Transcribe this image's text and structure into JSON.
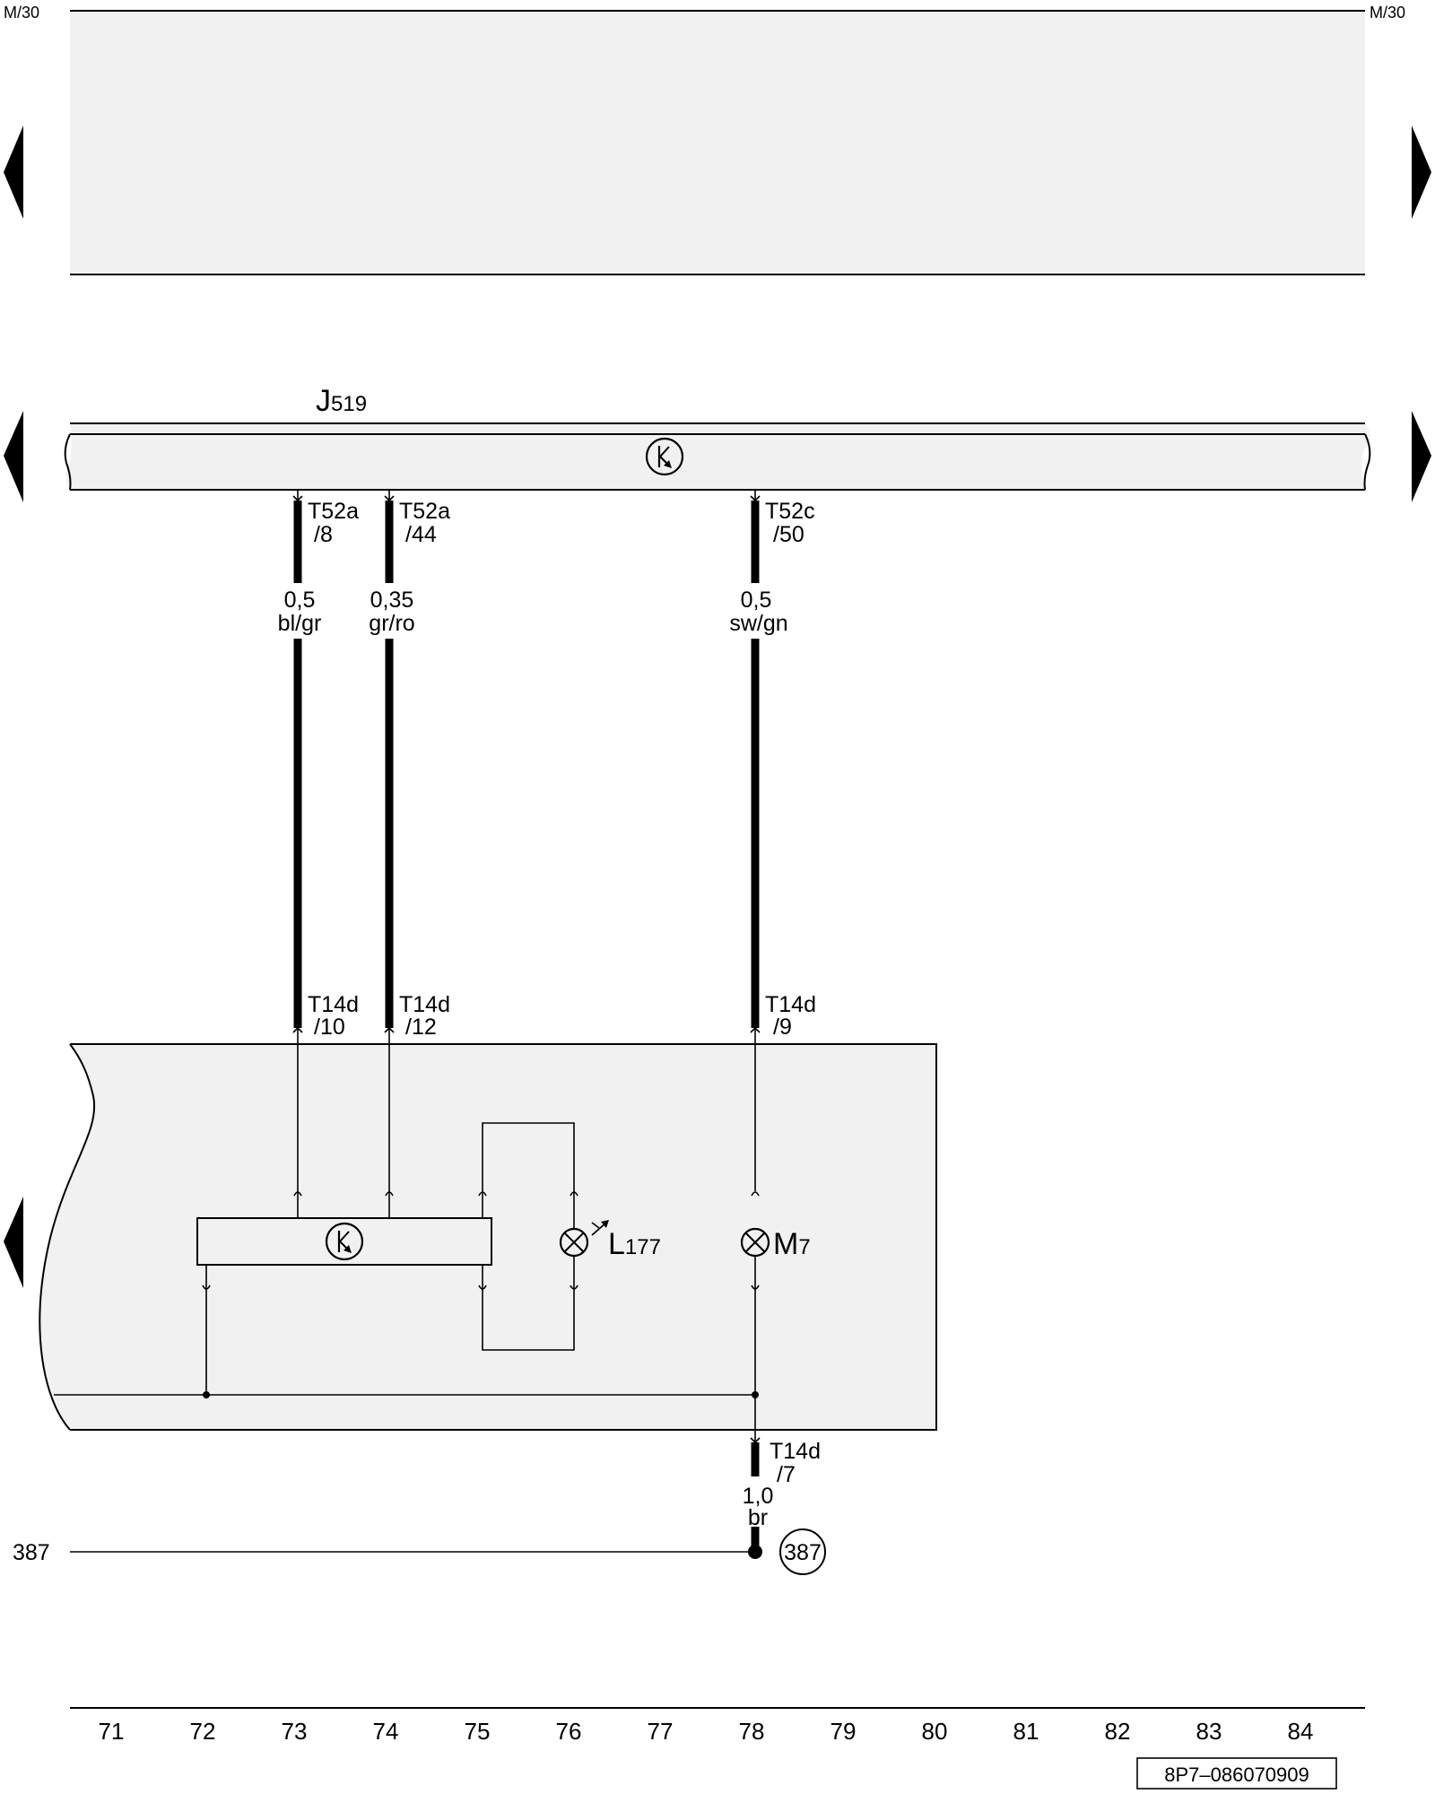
{
  "page_refs": {
    "top_left": "M/30",
    "top_right": "M/30"
  },
  "components": {
    "j519": {
      "letter": "J",
      "number": "519"
    },
    "l177": {
      "letter": "L",
      "number": "177"
    },
    "m7": {
      "letter": "M",
      "number": "7"
    }
  },
  "connectors": {
    "t52a_8": {
      "name": "T52a",
      "pin": "/8"
    },
    "t52a_44": {
      "name": "T52a",
      "pin": "/44"
    },
    "t52c_50": {
      "name": "T52c",
      "pin": "/50"
    },
    "t14d_10": {
      "name": "T14d",
      "pin": "/10"
    },
    "t14d_12": {
      "name": "T14d",
      "pin": "/12"
    },
    "t14d_9": {
      "name": "T14d",
      "pin": "/9"
    },
    "t14d_7": {
      "name": "T14d",
      "pin": "/7"
    }
  },
  "wires": {
    "w73": {
      "size": "0,5",
      "color": "bl/gr"
    },
    "w74": {
      "size": "0,35",
      "color": "gr/ro"
    },
    "w78": {
      "size": "0,5",
      "color": "sw/gn"
    },
    "ground": {
      "size": "1,0",
      "color": "br"
    }
  },
  "ground_ref": {
    "left_label": "387",
    "point_label": "387"
  },
  "scale": [
    "71",
    "72",
    "73",
    "74",
    "75",
    "76",
    "77",
    "78",
    "79",
    "80",
    "81",
    "82",
    "83",
    "84"
  ],
  "drawing_code": "8P7–086070909",
  "icons": [
    "transistor-icon",
    "bulb-icon",
    "led-indicator-icon",
    "page-arrow-icon"
  ]
}
